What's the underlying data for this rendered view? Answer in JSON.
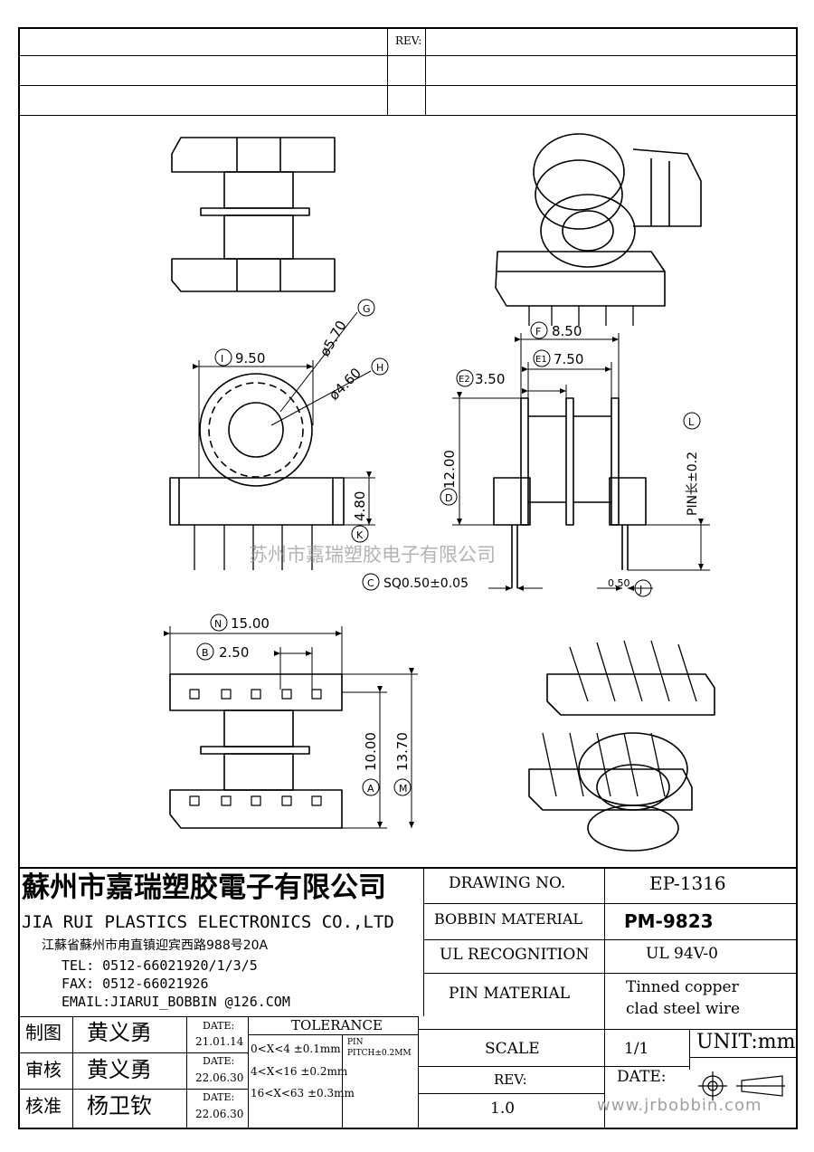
{
  "header": {
    "rev_label": "REV:"
  },
  "dimensions": {
    "F": "F",
    "F_val": "8.50",
    "E1": "E1",
    "E1_val": "7.50",
    "E2": "E2",
    "E2_val": "3.50",
    "I": "I",
    "I_val": "9.50",
    "G": "G",
    "G_val": "ø5.70",
    "H": "H",
    "H_val": "ø4.60",
    "D": "D",
    "D_val": "12.00",
    "K": "K",
    "K_val": "4.80",
    "L": "L",
    "L_val": "PIN长±0.2",
    "C": "C",
    "C_val": "SQ0.50±0.05",
    "J": "J",
    "J_val": "0.50",
    "N": "N",
    "N_val": "15.00",
    "B": "B",
    "B_val": "2.50",
    "A": "A",
    "A_val": "10.00",
    "M": "M",
    "M_val": "13.70"
  },
  "watermark": "苏州市嘉瑞塑胶电子有限公司",
  "company": {
    "name_cn": "蘇州市嘉瑞塑胶電子有限公司",
    "name_en": "JIA RUI PLASTICS ELECTRONICS CO.,LTD",
    "address": "江蘇省蘇州市甪直镇迎宾西路988号20A",
    "tel": "TEL: 0512-66021920/1/3/5",
    "fax": "FAX: 0512-66021926",
    "email": "EMAIL:JIARUI_BOBBIN @126.COM"
  },
  "signoff": [
    {
      "role": "制图",
      "name": "黄义勇",
      "date_label": "DATE:",
      "date": "21.01.14"
    },
    {
      "role": "审核",
      "name": "黄义勇",
      "date_label": "DATE:",
      "date": "22.06.30"
    },
    {
      "role": "核准",
      "name": "杨卫钦",
      "date_label": "DATE:",
      "date": "22.06.30"
    }
  ],
  "tolerance": {
    "title": "TOLERANCE",
    "rows": [
      "0<X<4 ±0.1mm",
      "4<X<16 ±0.2mm",
      "16<X<63 ±0.3mm"
    ],
    "pin_label": "PIN",
    "pitch": "PITCH±0.2MM"
  },
  "title_block": {
    "drawing_no_label": "DRAWING  NO.",
    "drawing_no": "EP-1316",
    "bobbin_material_label": "BOBBIN  MATERIAL",
    "bobbin_material": "PM-9823",
    "ul_label": "UL RECOGNITION",
    "ul": "UL 94V-0",
    "pin_material_label": "PIN MATERIAL",
    "pin_material_1": "Tinned copper",
    "pin_material_2": "clad steel wire",
    "scale_label": "SCALE",
    "scale": "1/1",
    "unit": "UNIT:mm",
    "rev_label": "REV:",
    "rev": "1.0",
    "date_label": "DATE:",
    "website": "www.jrbobbin.com"
  }
}
